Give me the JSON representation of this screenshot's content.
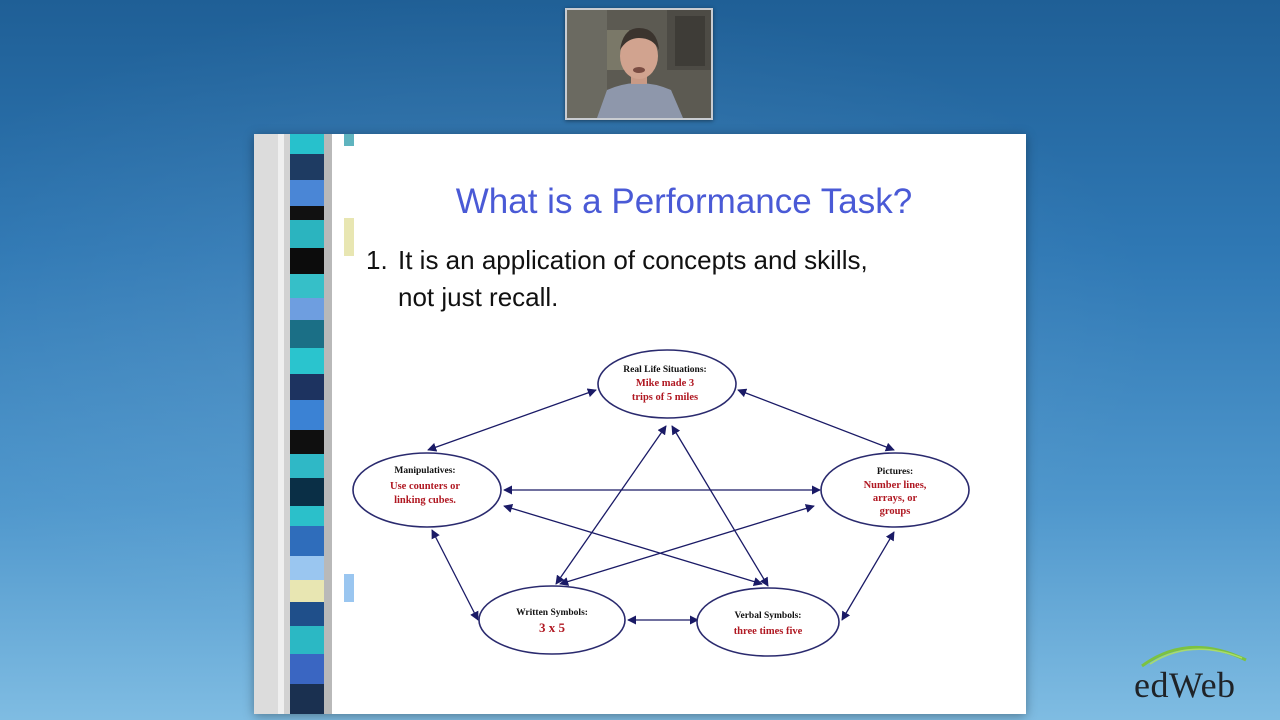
{
  "slide": {
    "title": "What is a Performance Task?",
    "bullet_number": "1.",
    "bullet_line1": "It is an application of concepts and skills,",
    "bullet_line2": "not just recall."
  },
  "diagram": {
    "nodes": {
      "real_life": {
        "title": "Real Life Situations:",
        "body": [
          "Mike made 3",
          "trips of 5 miles"
        ]
      },
      "pictures": {
        "title": "Pictures:",
        "body": [
          "Number lines,",
          "arrays, or",
          "groups"
        ]
      },
      "manipulatives": {
        "title": "Manipulatives:",
        "body": [
          "Use counters or",
          "linking cubes."
        ]
      },
      "written": {
        "title": "Written Symbols:",
        "body": [
          "3 x 5"
        ]
      },
      "verbal": {
        "title": "Verbal Symbols:",
        "body": [
          "three times five"
        ]
      }
    }
  },
  "brand": {
    "logo_text": "edWeb"
  },
  "colors": {
    "title": "#4a5ad6",
    "node_body": "#b01822",
    "ellipse_stroke": "#2a2a6e",
    "arrow": "#1a1a66",
    "logo_arc": "#7cc241"
  }
}
